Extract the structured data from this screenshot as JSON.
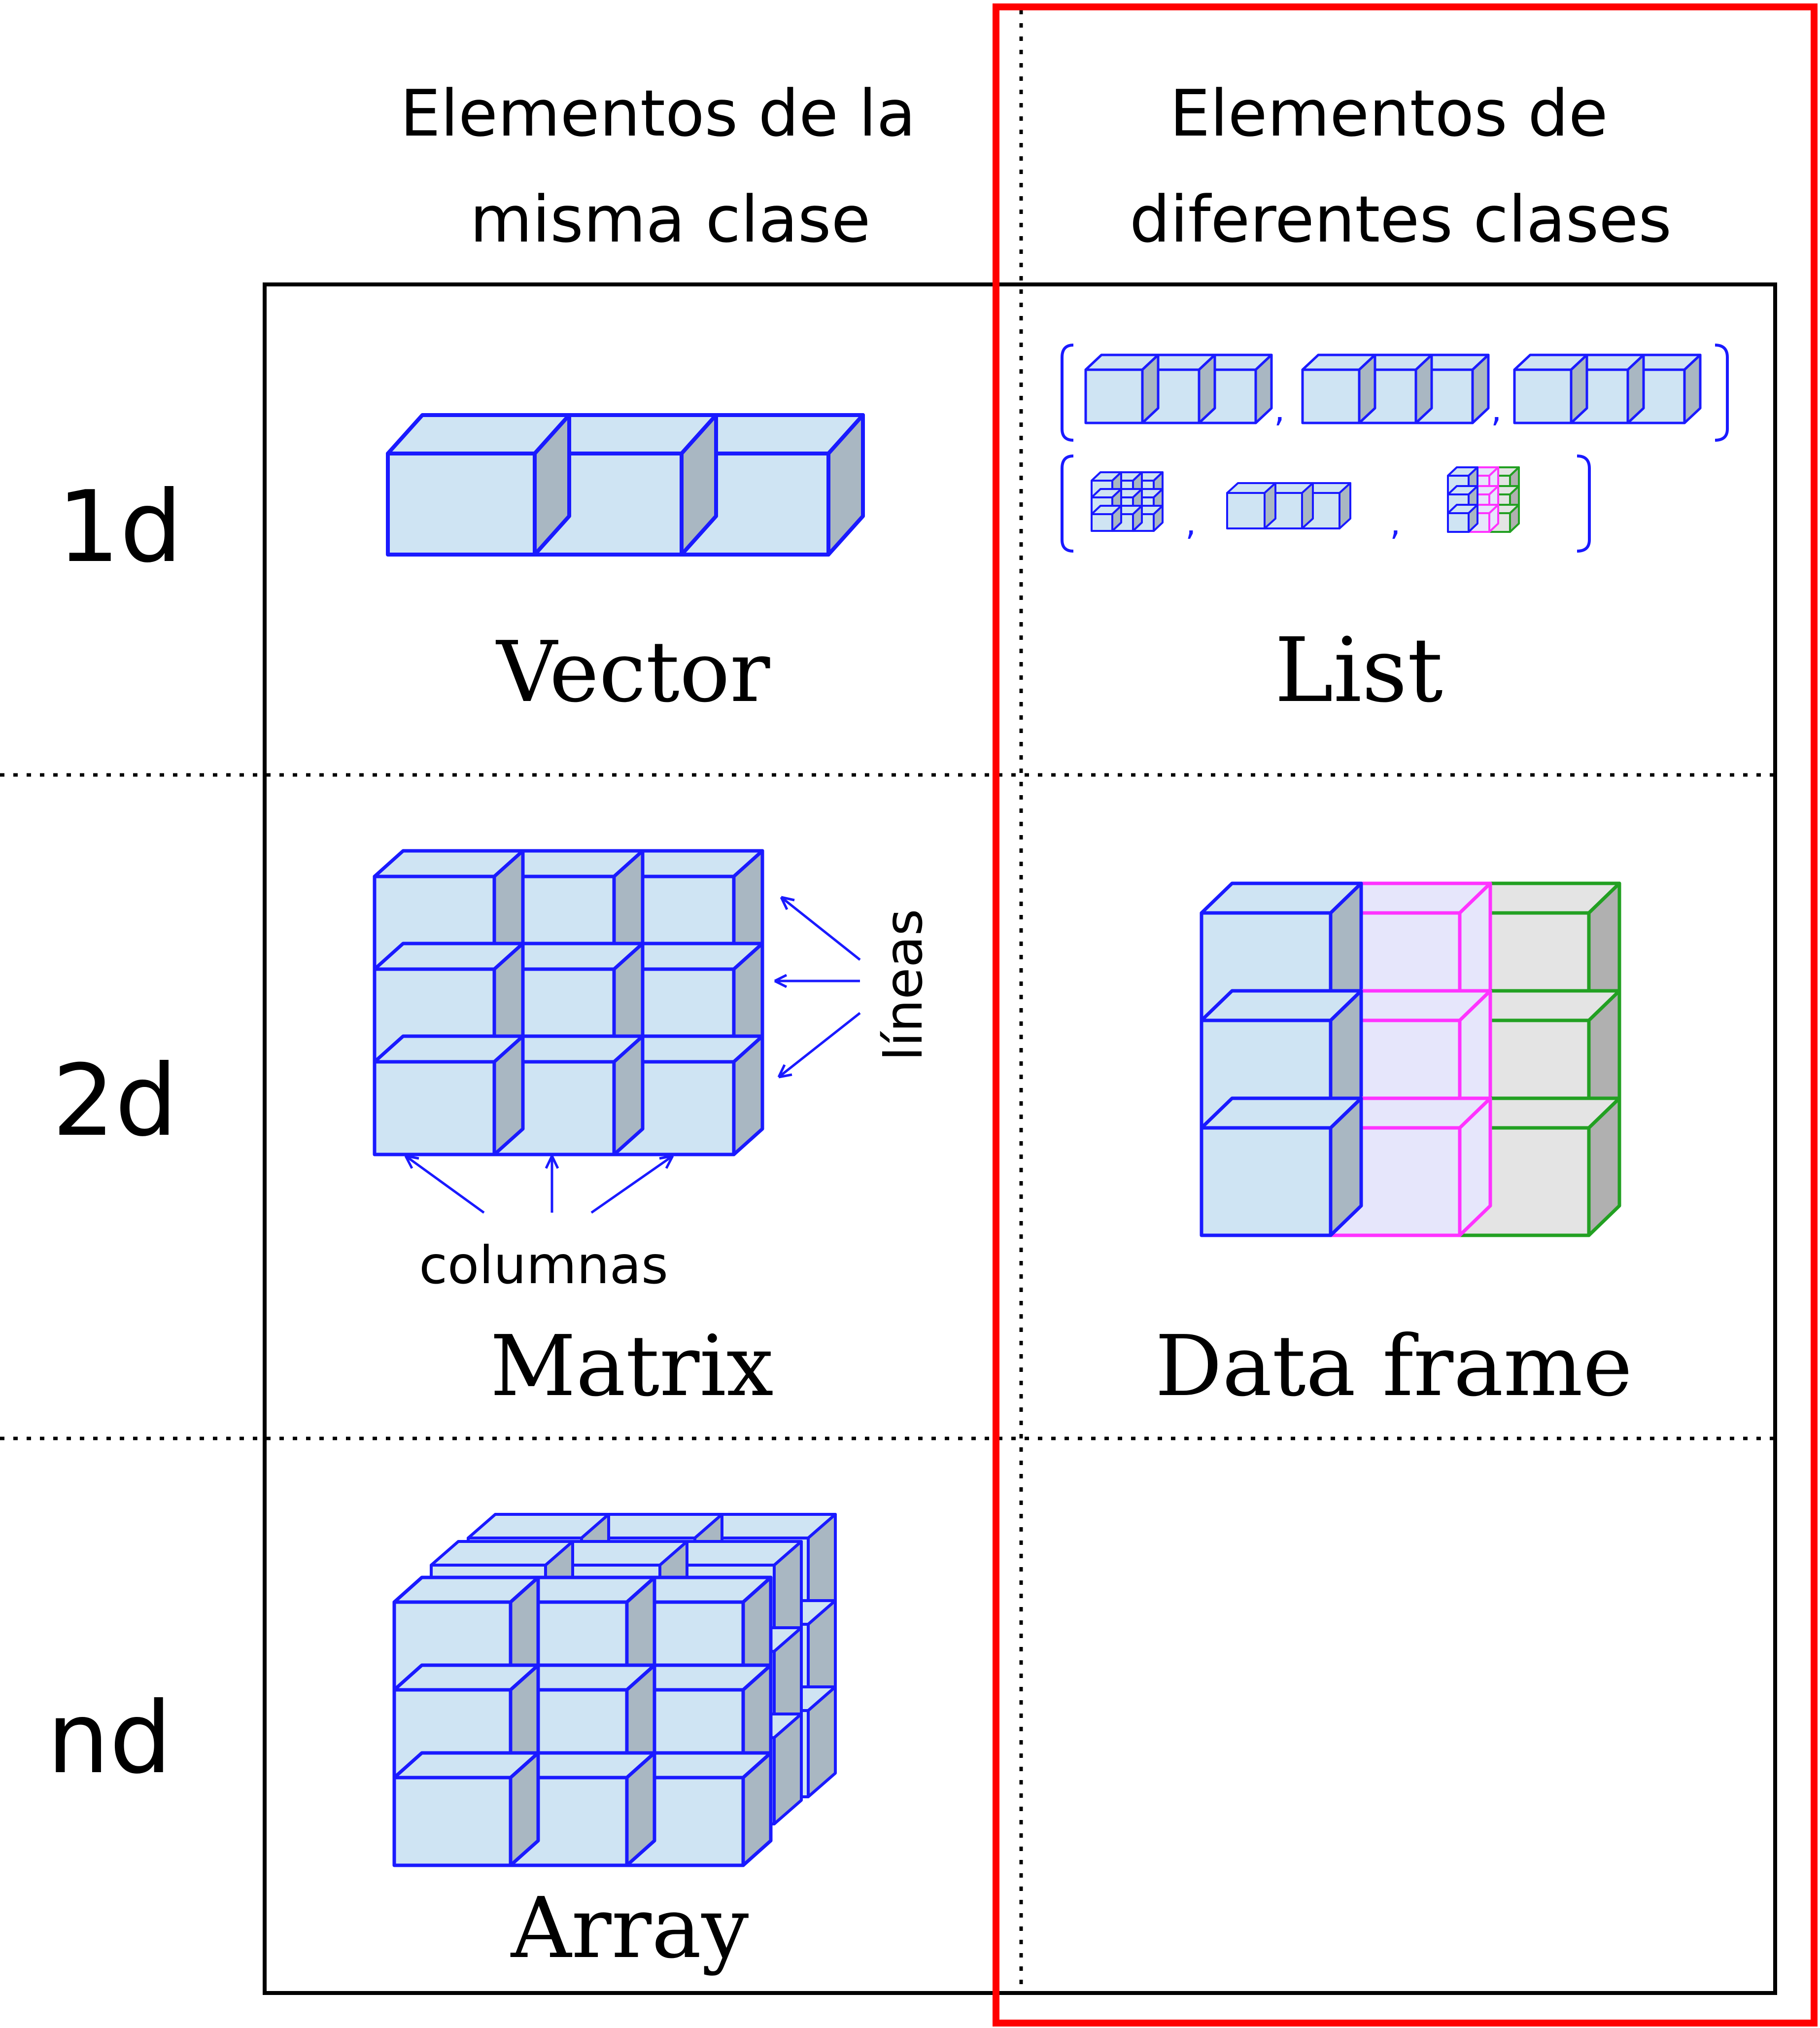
{
  "headers": {
    "same_class_line1": "Elementos de la",
    "same_class_line2": "misma clase",
    "diff_class_line1": "Elementos de",
    "diff_class_line2": "diferentes clases"
  },
  "rows": {
    "r1": "1d",
    "r2": "2d",
    "r3": "nd"
  },
  "structures": {
    "vector": "Vector",
    "list": "List",
    "matrix": "Matrix",
    "data_frame": "Data frame",
    "array": "Array"
  },
  "annotations": {
    "lineas": "líneas",
    "columnas": "columnas"
  },
  "list_separators": {
    "comma": ","
  },
  "colors": {
    "blue_face": "#cfe4f3",
    "blue_stroke": "#1a1aff",
    "blue_side": "#a9b7c2",
    "magenta_face": "#e6e6fb",
    "magenta_stroke": "#ff33ff",
    "green_face": "#e4e4e4",
    "green_stroke": "#22a022",
    "green_side": "#b0b0b0",
    "highlight": "#ff0000"
  }
}
